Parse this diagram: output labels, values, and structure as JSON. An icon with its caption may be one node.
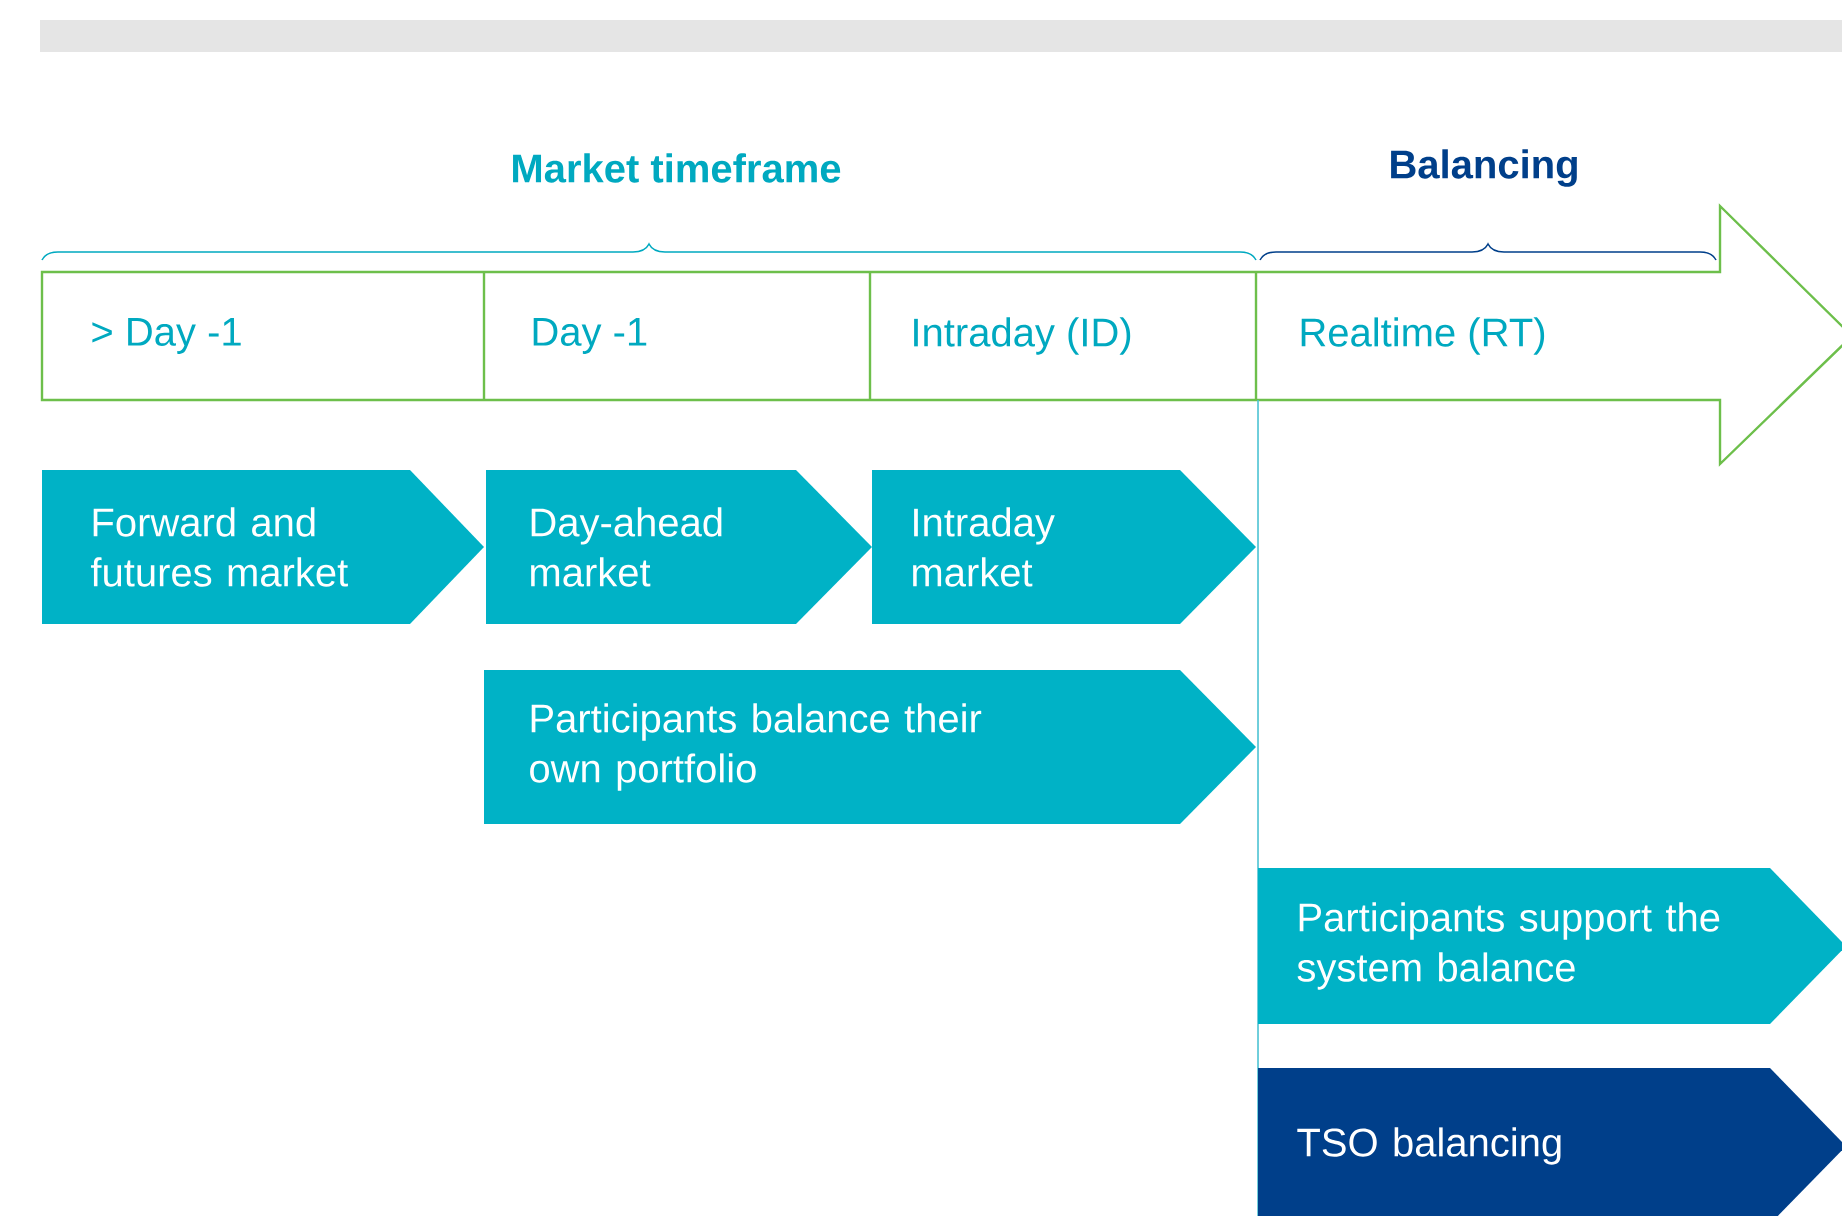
{
  "diagram": {
    "nodes": [
      {
        "text": [
          "> Day -1"
        ]
      },
      {
        "text": [
          "Day -1"
        ]
      },
      {
        "text": [
          "Intraday (ID)"
        ]
      },
      {
        "text": [
          "Realtime (RT)"
        ]
      },
      {
        "text": [
          "Forward and futures market"
        ]
      },
      {
        "text": [
          "Day-ahead market"
        ]
      },
      {
        "text": [
          "Intraday market"
        ]
      },
      {
        "text": [
          "Participants balance their own portfolio"
        ]
      },
      {
        "text": [
          "Participants support the system balance"
        ]
      },
      {
        "text": [
          "TSO balancing"
        ]
      }
    ],
    "labels": [
      "Market timeframe",
      "Balancing"
    ]
  }
}
